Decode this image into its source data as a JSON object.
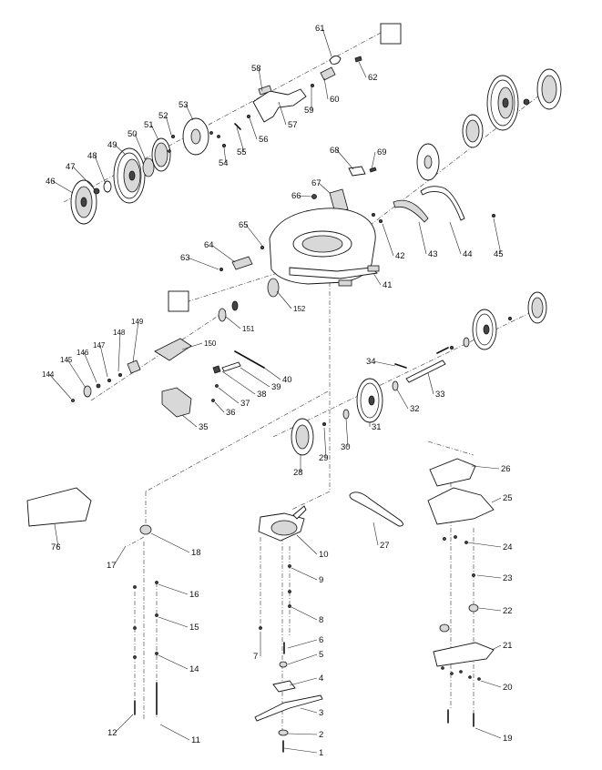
{
  "callouts": [
    {
      "n": "1"
    },
    {
      "n": "2"
    },
    {
      "n": "3"
    },
    {
      "n": "4"
    },
    {
      "n": "5"
    },
    {
      "n": "6"
    },
    {
      "n": "7"
    },
    {
      "n": "8"
    },
    {
      "n": "9"
    },
    {
      "n": "10"
    },
    {
      "n": "11"
    },
    {
      "n": "12"
    },
    {
      "n": "14"
    },
    {
      "n": "15"
    },
    {
      "n": "16"
    },
    {
      "n": "17"
    },
    {
      "n": "18"
    },
    {
      "n": "19"
    },
    {
      "n": "20"
    },
    {
      "n": "21"
    },
    {
      "n": "22"
    },
    {
      "n": "23"
    },
    {
      "n": "24"
    },
    {
      "n": "25"
    },
    {
      "n": "26"
    },
    {
      "n": "27"
    },
    {
      "n": "28"
    },
    {
      "n": "29"
    },
    {
      "n": "30"
    },
    {
      "n": "31"
    },
    {
      "n": "32"
    },
    {
      "n": "33"
    },
    {
      "n": "34"
    },
    {
      "n": "35"
    },
    {
      "n": "36"
    },
    {
      "n": "37"
    },
    {
      "n": "38"
    },
    {
      "n": "39"
    },
    {
      "n": "40"
    },
    {
      "n": "41"
    },
    {
      "n": "42"
    },
    {
      "n": "43"
    },
    {
      "n": "44"
    },
    {
      "n": "45"
    },
    {
      "n": "46"
    },
    {
      "n": "47"
    },
    {
      "n": "48"
    },
    {
      "n": "49"
    },
    {
      "n": "50"
    },
    {
      "n": "51"
    },
    {
      "n": "52"
    },
    {
      "n": "53"
    },
    {
      "n": "54"
    },
    {
      "n": "55"
    },
    {
      "n": "56"
    },
    {
      "n": "57"
    },
    {
      "n": "58"
    },
    {
      "n": "59"
    },
    {
      "n": "60"
    },
    {
      "n": "61"
    },
    {
      "n": "62"
    },
    {
      "n": "63"
    },
    {
      "n": "64"
    },
    {
      "n": "65"
    },
    {
      "n": "66"
    },
    {
      "n": "67"
    },
    {
      "n": "68"
    },
    {
      "n": "69"
    },
    {
      "n": "76"
    },
    {
      "n": "144"
    },
    {
      "n": "145"
    },
    {
      "n": "146"
    },
    {
      "n": "147"
    },
    {
      "n": "148"
    },
    {
      "n": "149"
    },
    {
      "n": "150"
    },
    {
      "n": "151"
    },
    {
      "n": "152"
    }
  ]
}
